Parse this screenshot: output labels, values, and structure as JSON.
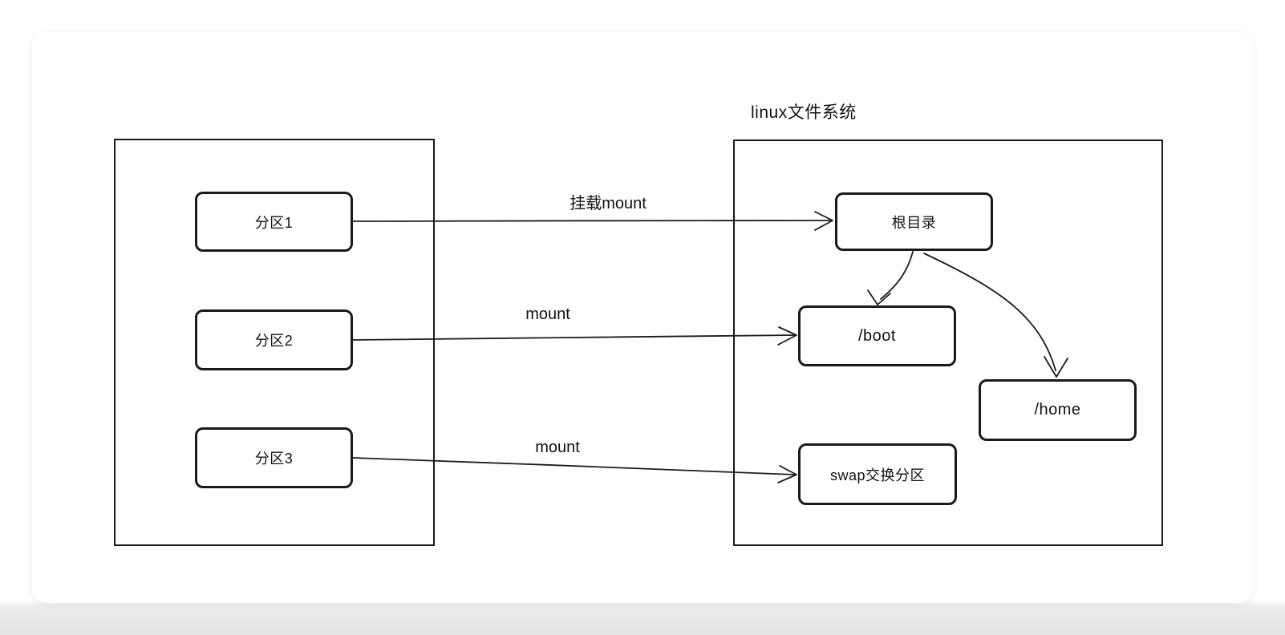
{
  "diagram": {
    "title": "linux文件系统",
    "left_group": {
      "nodes": [
        {
          "id": "partition-1",
          "label": "分区1"
        },
        {
          "id": "partition-2",
          "label": "分区2"
        },
        {
          "id": "partition-3",
          "label": "分区3"
        }
      ]
    },
    "right_group": {
      "nodes": [
        {
          "id": "root-dir",
          "label": "根目录"
        },
        {
          "id": "boot",
          "label": "/boot"
        },
        {
          "id": "home",
          "label": "/home"
        },
        {
          "id": "swap",
          "label": "swap交换分区"
        }
      ]
    },
    "edges": [
      {
        "from": "分区1",
        "to": "根目录",
        "label": "挂载mount"
      },
      {
        "from": "分区2",
        "to": "/boot",
        "label": "mount"
      },
      {
        "from": "分区3",
        "to": "swap交换分区",
        "label": "mount"
      },
      {
        "from": "根目录",
        "to": "/boot",
        "label": ""
      },
      {
        "from": "根目录",
        "to": "/home",
        "label": ""
      }
    ],
    "colors": {
      "stroke": "#1a1a1a",
      "node_fill": "#ffffff",
      "canvas_fill": "#ffffff",
      "page_bottom": "#e3e3e3"
    }
  }
}
